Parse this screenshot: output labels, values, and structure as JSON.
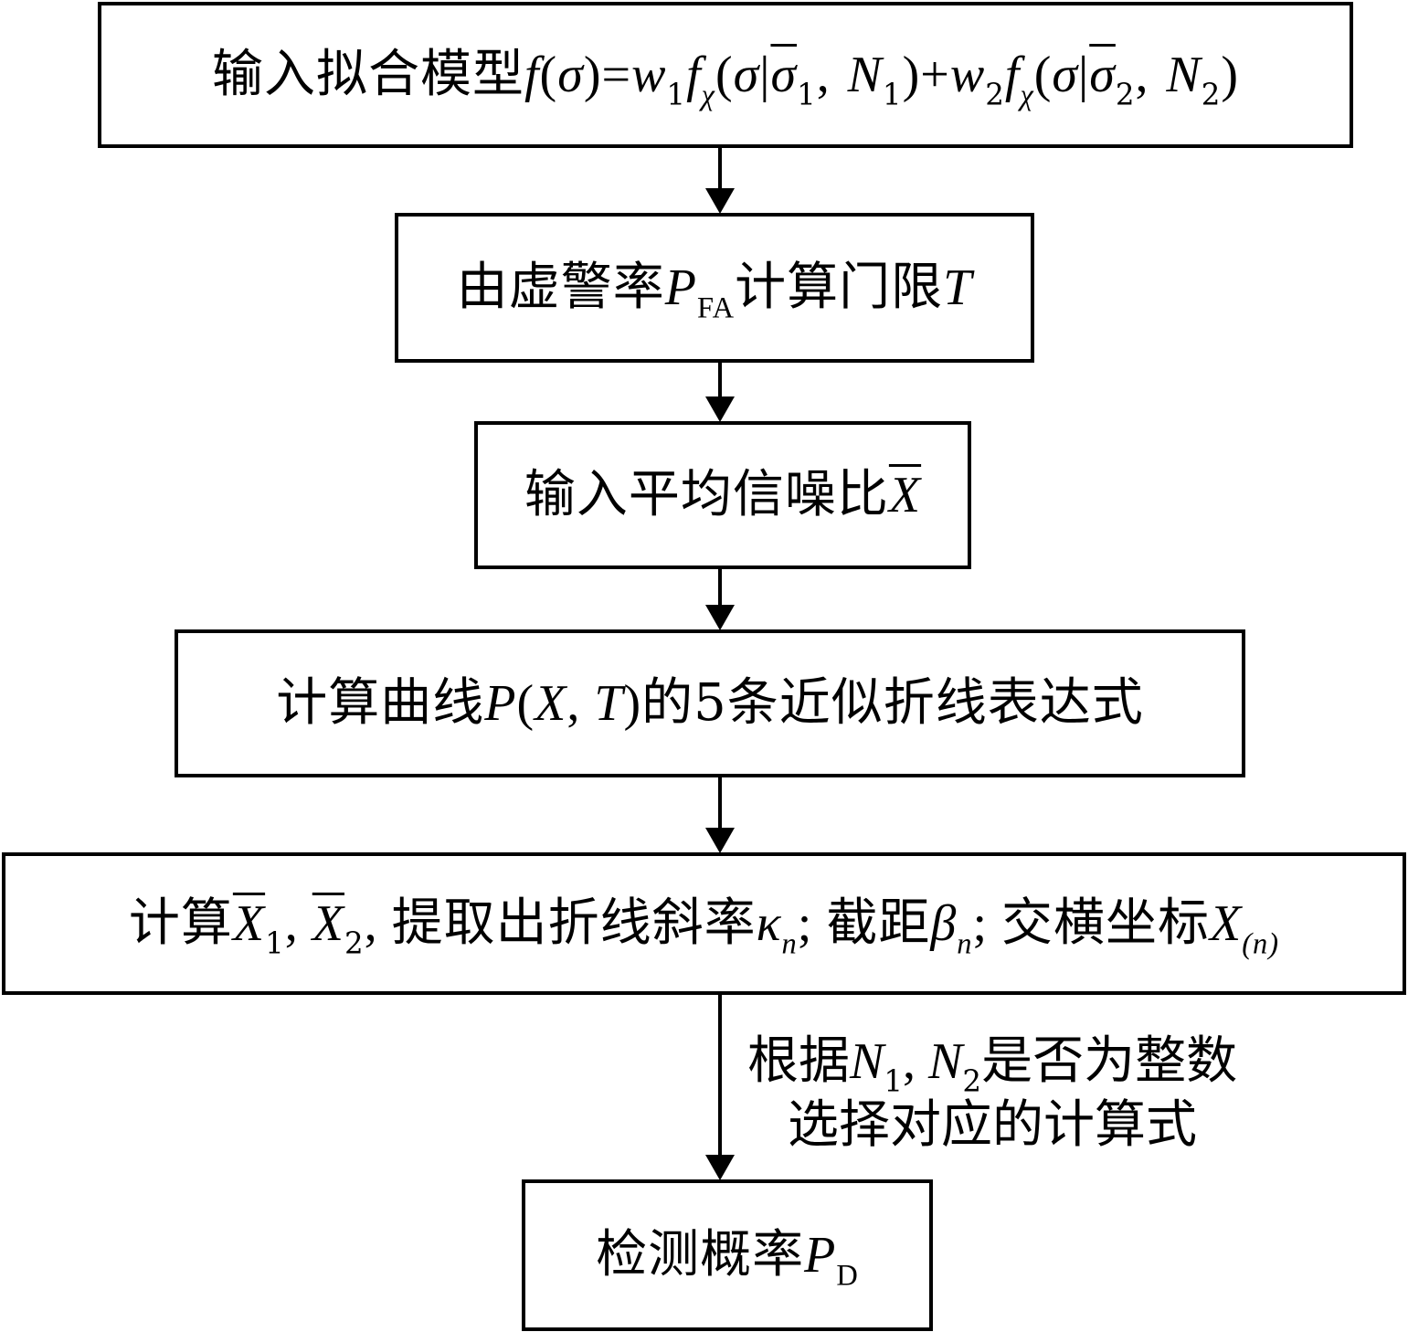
{
  "steps": {
    "s1": {
      "prefix": "输入拟合模型",
      "f": "f",
      "sigma": "σ",
      "eq": "=",
      "w": "w",
      "one": "1",
      "two": "2",
      "fchi": "f",
      "chi": "χ",
      "bar_sigma": "σ",
      "comma": ",",
      "N": "N",
      "plus": "+",
      "lp": "(",
      "rp": ")",
      "pipe": "|"
    },
    "s2": {
      "prefix": "由虚警率",
      "P": "P",
      "sub": "FA",
      "mid": "计算门限",
      "T": "T"
    },
    "s3": {
      "prefix": "输入平均信噪比",
      "X": "X"
    },
    "s4": {
      "prefix": "计算曲线",
      "P": "P",
      "X": "X",
      "T": "T",
      "suffix": "的5条近似折线表达式"
    },
    "s5": {
      "prefix": "计算",
      "X": "X",
      "one": "1",
      "two": "2",
      "mid1": "提取出折线斜率",
      "kappa": "κ",
      "n": "n",
      "mid2": "截距",
      "beta": "β",
      "mid3": "交横坐标",
      "sub_n": "(n)"
    },
    "s6": {
      "prefix": "检测概率",
      "P": "P",
      "sub": "D"
    }
  },
  "edge_label": {
    "line1_prefix": "根据",
    "N": "N",
    "one": "1",
    "two": "2",
    "line1_suffix": "是否为整数",
    "line2": "选择对应的计算式"
  }
}
